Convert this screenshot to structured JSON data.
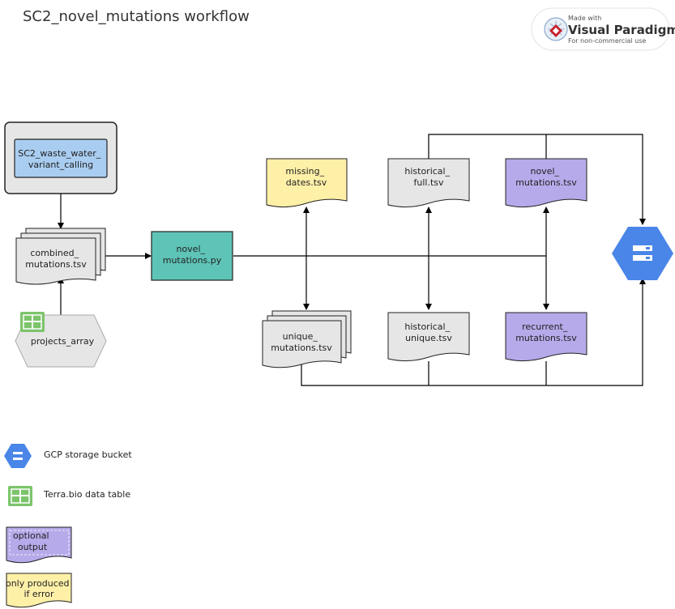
{
  "title": "SC2_novel_mutations workflow",
  "watermark": {
    "line1": "Made with",
    "line2": "Visual Paradigm",
    "line3": "For non-commercial use"
  },
  "nodes": {
    "task_outer": {
      "lines": [
        "",
        ""
      ]
    },
    "task": {
      "lines": [
        "SC2_waste_water_",
        "variant_calling"
      ]
    },
    "combined": {
      "lines": [
        "combined_",
        "mutations.tsv"
      ]
    },
    "projects": {
      "lines": [
        "projects_array"
      ]
    },
    "script": {
      "lines": [
        "novel_",
        "mutations.py"
      ]
    },
    "missing": {
      "lines": [
        "missing_",
        "dates.tsv"
      ]
    },
    "hist_full": {
      "lines": [
        "historical_",
        "full.tsv"
      ]
    },
    "novel_out": {
      "lines": [
        "novel_",
        "mutations.tsv"
      ]
    },
    "unique": {
      "lines": [
        "unique_",
        "mutations.tsv"
      ]
    },
    "hist_unique": {
      "lines": [
        "historical_",
        "unique.tsv"
      ]
    },
    "recurrent": {
      "lines": [
        "recurrent_",
        "mutations.tsv"
      ]
    }
  },
  "legend": {
    "bucket": "GCP storage bucket",
    "table": "Terra.bio data table",
    "optional": [
      "optional",
      "output"
    ],
    "error": [
      "only produced",
      "if error"
    ]
  },
  "colors": {
    "task_fill": "#a9cdf0",
    "outer_fill": "#e6e6e6",
    "doc_gray": "#e6e6e6",
    "script_teal": "#5fc4b8",
    "yellow": "#fff0a8",
    "purple": "#b7aaea",
    "gcp_blue": "#4a86e8",
    "terra_green": "#7cc46b"
  }
}
